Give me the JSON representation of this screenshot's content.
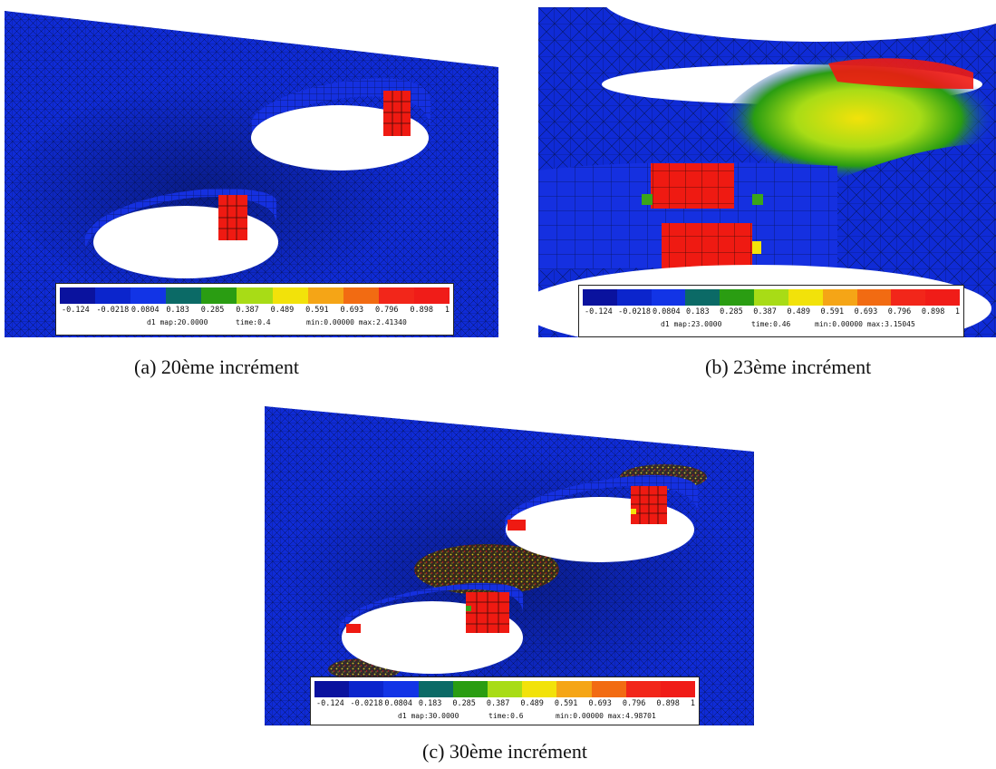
{
  "legend": {
    "colors": [
      "#0a129e",
      "#0b25cc",
      "#1234e6",
      "#0b6a66",
      "#2a9d12",
      "#a8dc16",
      "#f2e20a",
      "#f5a516",
      "#f26b12",
      "#f2261a",
      "#f01c18"
    ],
    "ticks": [
      "-0.124",
      "-0.0218",
      "0.0804",
      "0.183",
      "0.285",
      "0.387",
      "0.489",
      "0.591",
      "0.693",
      "0.796",
      "0.898",
      "1"
    ]
  },
  "panels": [
    {
      "caption": "(a)  20ème incrément",
      "info_var": "d1 map:20.0000",
      "info_time": "time:0.4",
      "info_minmax": "min:0.00000 max:2.41340"
    },
    {
      "caption": "(b)  23ème incrément",
      "info_var": "d1 map:23.0000",
      "info_time": "time:0.46",
      "info_minmax": "min:0.00000 max:3.15045"
    },
    {
      "caption": "(c)  30ème incrément",
      "info_var": "d1 map:30.0000",
      "info_time": "time:0.6",
      "info_minmax": "min:0.00000 max:4.98701"
    }
  ],
  "colors": {
    "plate": "#0f2bd6",
    "plate_dark": "#0a1fa8",
    "mesh": "#081560",
    "damage_red": "#ef1a12",
    "damage_yellow": "#f2e20a",
    "damage_green": "#3aa51a"
  }
}
